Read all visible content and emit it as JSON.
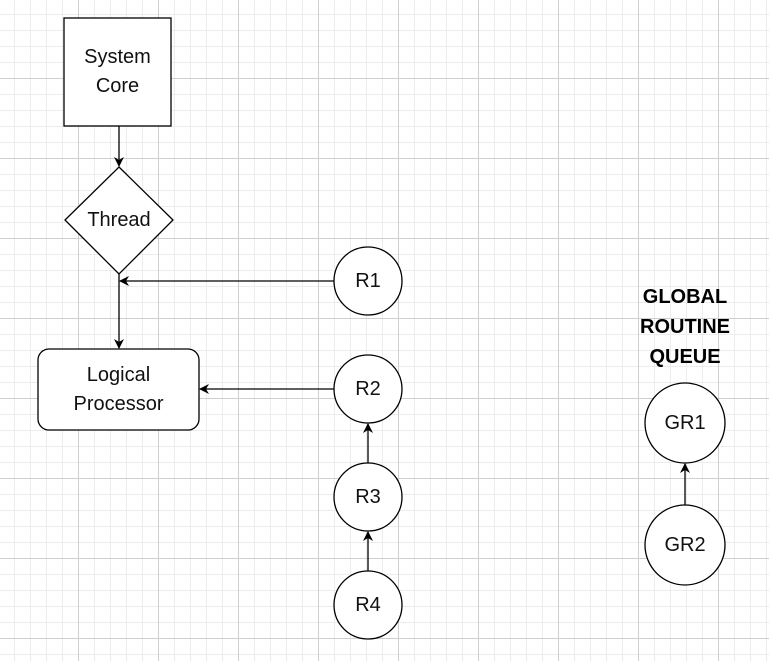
{
  "diagram": {
    "nodes": {
      "system_core": {
        "label": "System\nCore",
        "shape": "rectangle"
      },
      "thread": {
        "label": "Thread",
        "shape": "diamond"
      },
      "logical_processor": {
        "label": "Logical\nProcessor",
        "shape": "rounded-rectangle"
      },
      "r1": {
        "label": "R1",
        "shape": "circle"
      },
      "r2": {
        "label": "R2",
        "shape": "circle"
      },
      "r3": {
        "label": "R3",
        "shape": "circle"
      },
      "r4": {
        "label": "R4",
        "shape": "circle"
      },
      "gr1": {
        "label": "GR1",
        "shape": "circle"
      },
      "gr2": {
        "label": "GR2",
        "shape": "circle"
      }
    },
    "edges": [
      {
        "from": "system_core",
        "to": "thread"
      },
      {
        "from": "thread",
        "to": "logical_processor"
      },
      {
        "from": "r1",
        "to": "thread"
      },
      {
        "from": "r2",
        "to": "logical_processor"
      },
      {
        "from": "r3",
        "to": "r2"
      },
      {
        "from": "r4",
        "to": "r3"
      },
      {
        "from": "gr2",
        "to": "gr1"
      }
    ],
    "global_queue": {
      "title": "GLOBAL\nROUTINE\nQUEUE"
    },
    "colors": {
      "stroke": "#000000",
      "fill": "#ffffff",
      "text": "#111111"
    }
  }
}
